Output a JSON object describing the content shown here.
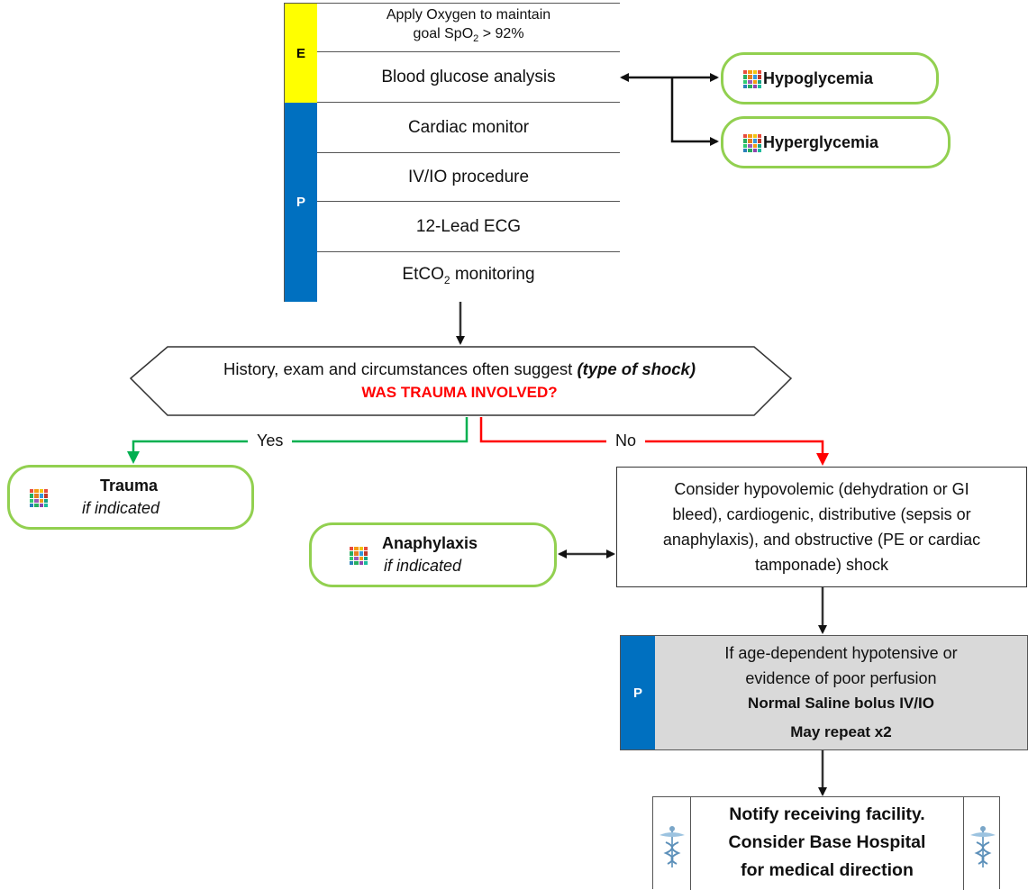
{
  "top_stack": {
    "e_label": "E",
    "p_label": "P",
    "oxygen_line1": "Apply Oxygen to maintain",
    "oxygen_line2_prefix": "goal SpO",
    "oxygen_line2_sub": "2",
    "oxygen_line2_suffix": " > 92%",
    "glucose": "Blood glucose analysis",
    "cardiac": "Cardiac monitor",
    "ivio": "IV/IO procedure",
    "ecg": "12-Lead ECG",
    "etco2_prefix": "EtCO",
    "etco2_sub": "2",
    "etco2_suffix": " monitoring"
  },
  "links": {
    "hypoglycemia": "Hypoglycemia",
    "hyperglycemia": "Hyperglycemia",
    "trauma": "Trauma",
    "trauma_sub": "if indicated",
    "anaphylaxis": "Anaphylaxis",
    "anaphylaxis_sub": "if indicated"
  },
  "decision": {
    "line1_prefix": "History, exam and circumstances often suggest ",
    "line1_bold": "(type of shock)",
    "question": "WAS TRAUMA INVOLVED?",
    "yes": "Yes",
    "no": "No"
  },
  "consider": {
    "line1": "Consider hypovolemic (dehydration or GI",
    "line2": "bleed), cardiogenic, distributive (sepsis or",
    "line3": "anaphylaxis), and obstructive (PE or cardiac",
    "line4": "tamponade) shock"
  },
  "saline": {
    "p_label": "P",
    "line1": "If age-dependent hypotensive or",
    "line2": "evidence of poor perfusion",
    "line3": "Normal Saline bolus IV/IO",
    "line4": "May repeat x2"
  },
  "notify": {
    "line1": "Notify receiving facility.",
    "line2": "Consider Base Hospital",
    "line3": "for medical direction"
  },
  "colors": {
    "e_band": "#ffff00",
    "p_band": "#0070c0",
    "pill_border": "#92d050",
    "yes_arrow": "#00b050",
    "no_arrow": "#ff0000",
    "question_text": "#ff0000",
    "saline_bg": "#d9d9d9"
  }
}
